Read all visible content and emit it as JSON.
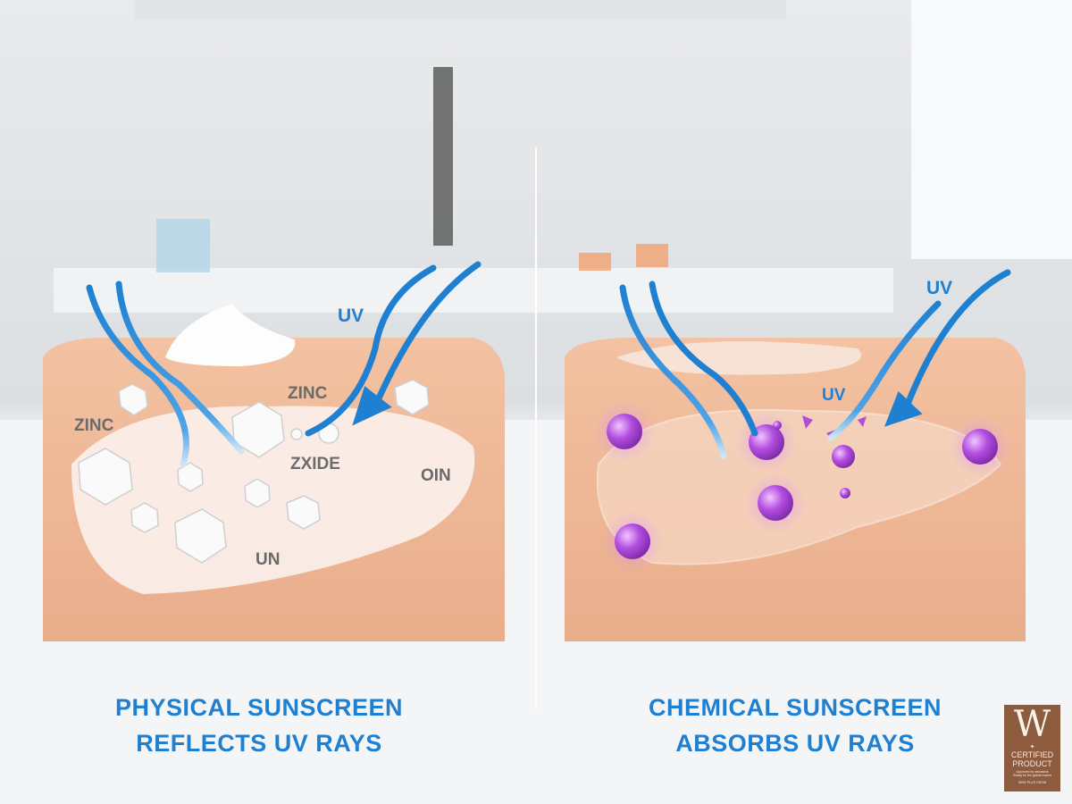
{
  "left_panel": {
    "title_line1": "PHYSICAL SUNSCREEN",
    "title_line2": "REFLECTS UV RAYS",
    "labels": [
      "UV",
      "ZINC",
      "ZINC",
      "ZXIDE",
      "OIN",
      "UN"
    ]
  },
  "right_panel": {
    "title_line1": "CHEMICAL SUNSCREEN",
    "title_line2": "ABSORBS UV RAYS",
    "labels": [
      "UV",
      "UV"
    ]
  },
  "badge": {
    "logo": "W",
    "line1": "CERTIFIED",
    "line2": "PRODUCT",
    "small1": "Approved by standards",
    "small2": "Ready for the global market",
    "footer": "WISE PLUS GROW"
  },
  "colors": {
    "uv_blue": "#1f80d2",
    "skin": "#efb796",
    "particle_purple": "#b04fd6",
    "badge_brown": "#8d5c3e"
  }
}
